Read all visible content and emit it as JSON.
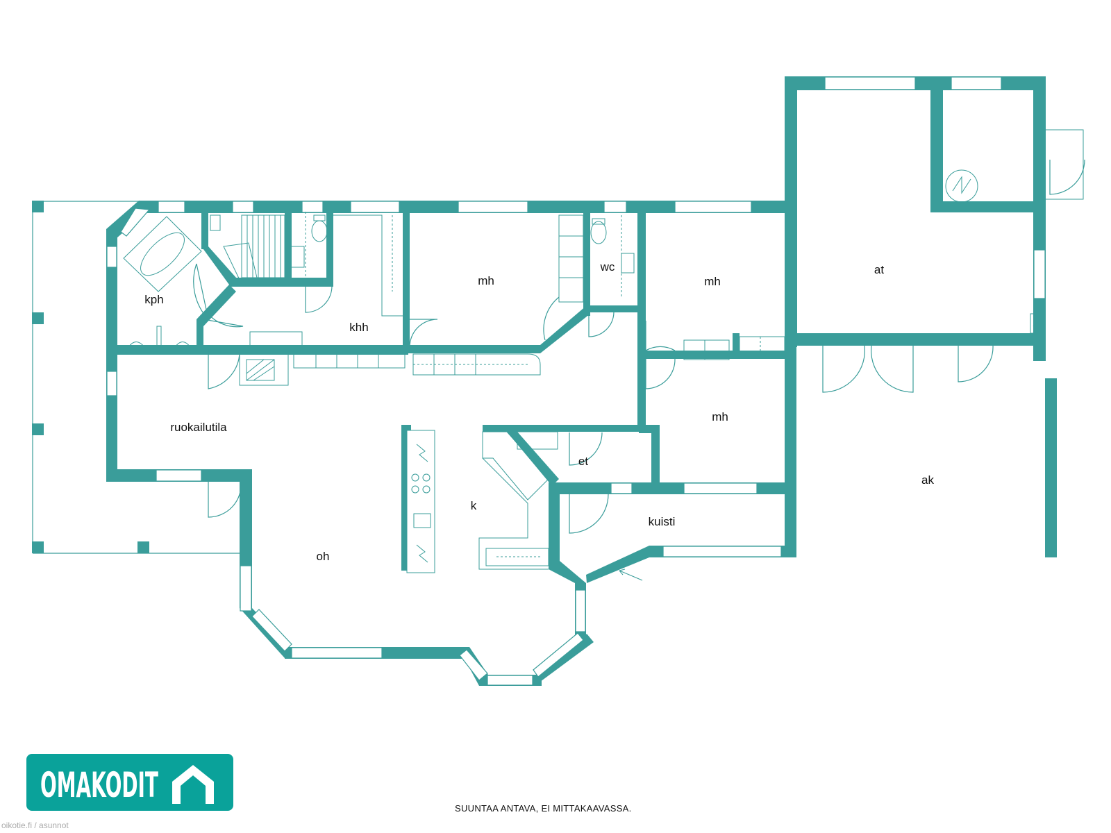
{
  "rooms": {
    "kph": "kph",
    "khh": "khh",
    "mh1": "mh",
    "wc": "wc",
    "mh2": "mh",
    "at": "at",
    "mh3": "mh",
    "ruokailutila": "ruokailutila",
    "k": "k",
    "et": "et",
    "kuisti": "kuisti",
    "ak": "ak",
    "oh": "oh"
  },
  "logo": {
    "text": "OMAKODIT",
    "icon": "house-icon",
    "color": "#0aa29a"
  },
  "disclaimer": "SUUNTAA ANTAVA, EI MITTAKAAVASSA.",
  "watermark": "oikotie.fi / asunnot",
  "colors": {
    "wall": "#3a9d9a",
    "background": "#ffffff"
  }
}
